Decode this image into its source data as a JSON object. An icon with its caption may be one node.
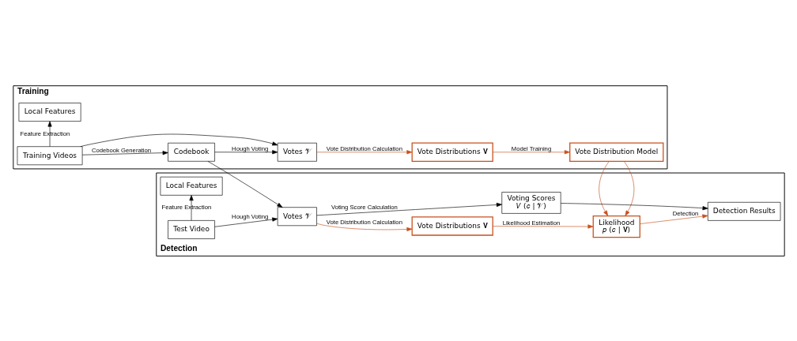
{
  "diagram": {
    "nodes": [
      {
        "text": [
          "Training"
        ]
      },
      {
        "text": [
          "Training Videos"
        ],
        "in": 0
      },
      {
        "text": [
          "Local Features"
        ],
        "in": 0
      },
      {
        "text": [
          "Codebook"
        ],
        "in": 0
      },
      {
        "text": [
          "Votes 𝒱"
        ],
        "in": 0
      },
      {
        "text": [
          "Vote Distributions 𝐕"
        ],
        "in": 0
      },
      {
        "text": [
          "Vote Distribution Model"
        ],
        "in": 0
      },
      {
        "text": [
          "Detection"
        ]
      },
      {
        "text": [
          "Test Video"
        ],
        "in": 7
      },
      {
        "text": [
          "Local Features"
        ],
        "in": 7
      },
      {
        "text": [
          "Votes 𝒱"
        ],
        "in": 7
      },
      {
        "text": [
          "Vote Distributions 𝐕"
        ],
        "in": 7
      },
      {
        "text": [
          "Likelihood",
          "𝑝 (𝑐 | 𝐕)"
        ],
        "in": 7
      },
      {
        "text": [
          "Voting Scores",
          "𝑉 (𝑐 | 𝒱)"
        ],
        "in": 7
      },
      {
        "text": [
          "Detection Results"
        ],
        "in": 7
      }
    ],
    "edges": [
      {
        "from": 1,
        "to": 2,
        "arrow": "to",
        "label": "Feature Extraction"
      },
      {
        "from": 1,
        "to": 3,
        "arrow": "to",
        "label": "Codebook Generation"
      },
      {
        "from": 1,
        "to": 4,
        "arrow": "to"
      },
      {
        "from": 3,
        "to": 4,
        "arrow": "to",
        "label": "Hough Voting"
      },
      {
        "from": 4,
        "to": 5,
        "arrow": "to",
        "label": "Vote Distribution Calculation",
        "color": "#c8501e"
      },
      {
        "from": 5,
        "to": 6,
        "arrow": "to",
        "label": "Model Training",
        "color": "#c8501e"
      },
      {
        "from": 3,
        "to": 10,
        "arrow": "to"
      },
      {
        "from": 6,
        "to": 12,
        "arrow": "to",
        "color": "#c8501e"
      },
      {
        "from": 8,
        "to": 9,
        "arrow": "to",
        "label": "Feature Extraction"
      },
      {
        "from": 8,
        "to": 10,
        "arrow": "to",
        "label": "Hough Voting"
      },
      {
        "from": 10,
        "to": 11,
        "arrow": "to",
        "label": "Vote Distribution Calculation",
        "color": "#c8501e"
      },
      {
        "from": 11,
        "to": 12,
        "arrow": "to",
        "label": "Likelihood Estimation",
        "color": "#c8501e"
      },
      {
        "from": 12,
        "to": 14,
        "arrow": "to",
        "label": "Detection",
        "color": "#c8501e"
      },
      {
        "from": 10,
        "to": 13,
        "arrow": "to",
        "label": "Voting Score Calculation"
      },
      {
        "from": 13,
        "to": 14,
        "arrow": "to"
      }
    ]
  }
}
